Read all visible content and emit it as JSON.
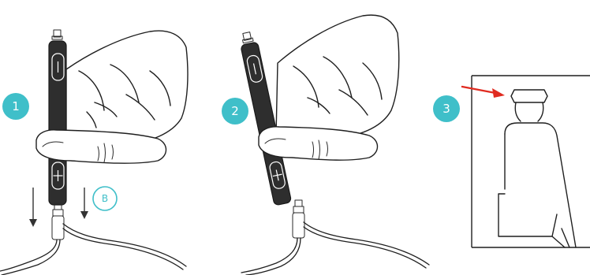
{
  "steps": [
    {
      "number": "1"
    },
    {
      "number": "2"
    },
    {
      "number": "3"
    }
  ],
  "callout": {
    "label": "B"
  },
  "colors": {
    "step_badge": "#3fbfc9",
    "callout_outline": "#3fbfc9",
    "pointer_arrow": "#e02b20",
    "remote_body": "#2e2e2e",
    "outline": "#1f1f1f"
  }
}
